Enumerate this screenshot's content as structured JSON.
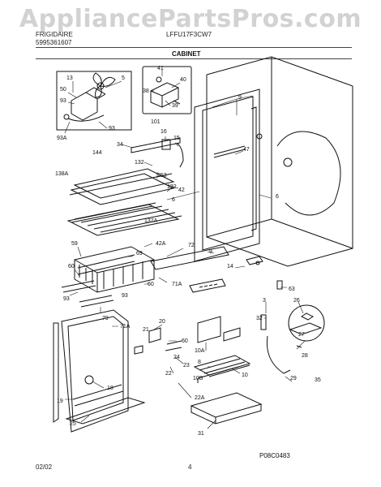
{
  "watermark": "AppliancePartsPros.com",
  "header": {
    "brand": "FRIGIDAIRE",
    "model": "LFFU17F3CW7",
    "publication": "5995361607"
  },
  "section": "CABINET",
  "figure_ref": "P08C0483",
  "footer": {
    "date": "02/02",
    "page": "4"
  },
  "callouts": [
    "13",
    "5",
    "50",
    "93",
    "93",
    "93A",
    "41",
    "40",
    "38",
    "39",
    "101",
    "9",
    "16",
    "15",
    "34",
    "47",
    "144",
    "132",
    "253",
    "138A",
    "42",
    "132",
    "6",
    "6",
    "137A",
    "59",
    "42A",
    "69",
    "72",
    "9",
    "14",
    "60",
    "71A",
    "93",
    "60",
    "63",
    "93",
    "79",
    "3",
    "26",
    "32",
    "71A",
    "20",
    "21",
    "60",
    "27",
    "24",
    "10A",
    "23",
    "28",
    "22",
    "8",
    "10B",
    "10",
    "29",
    "35",
    "19",
    "18",
    "22A",
    "25",
    "31"
  ],
  "colors": {
    "line": "#111111",
    "watermark": "#d2d2d2",
    "shade": "#cfcfcf"
  }
}
